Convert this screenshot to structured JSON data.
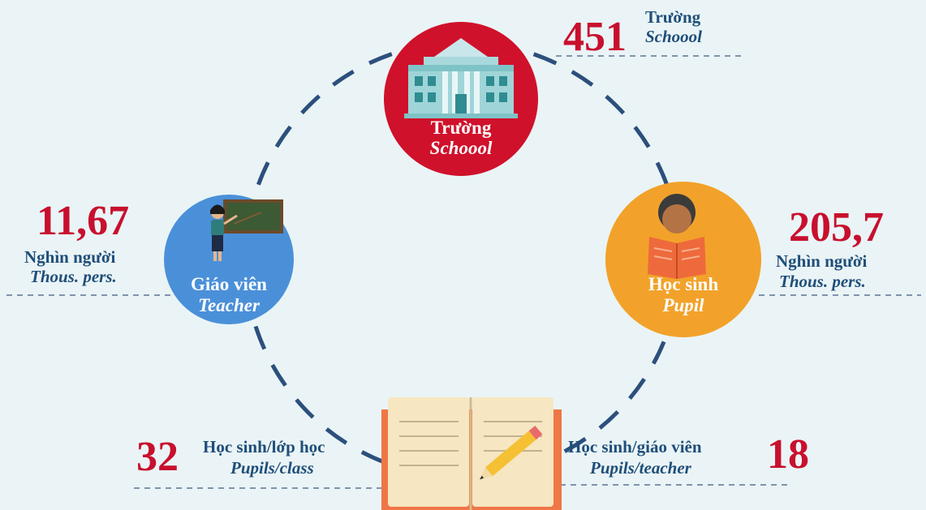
{
  "school": {
    "value": "451",
    "label_vi": "Trường",
    "label_en": "Schoool",
    "circle_label_vi": "Trường",
    "circle_label_en": "Schoool",
    "color": "#d0112b",
    "icon": "school-building-icon"
  },
  "teacher": {
    "value": "11,67",
    "unit_vi": "Nghìn người",
    "unit_en": "Thous. pers.",
    "circle_label_vi": "Giáo viên",
    "circle_label_en": "Teacher",
    "color": "#4a90d9",
    "icon": "teacher-blackboard-icon"
  },
  "pupil": {
    "value": "205,7",
    "unit_vi": "Nghìn người",
    "unit_en": "Thous. pers.",
    "circle_label_vi": "Học sinh",
    "circle_label_en": "Pupil",
    "color": "#f2a22a",
    "icon": "pupil-reading-icon"
  },
  "pupils_per_class": {
    "value": "32",
    "label_vi": "Học sinh/lớp học",
    "label_en": "Pupils/class"
  },
  "pupils_per_teacher": {
    "value": "18",
    "label_vi": "Học sinh/giáo viên",
    "label_en": "Pupils/teacher"
  },
  "book_icon": "open-book-pencil-icon",
  "colors": {
    "background": "#eaf4f6",
    "accent_red": "#c8102e",
    "navy": "#1f4e79",
    "dashed_ring": "#2c4f7c"
  }
}
